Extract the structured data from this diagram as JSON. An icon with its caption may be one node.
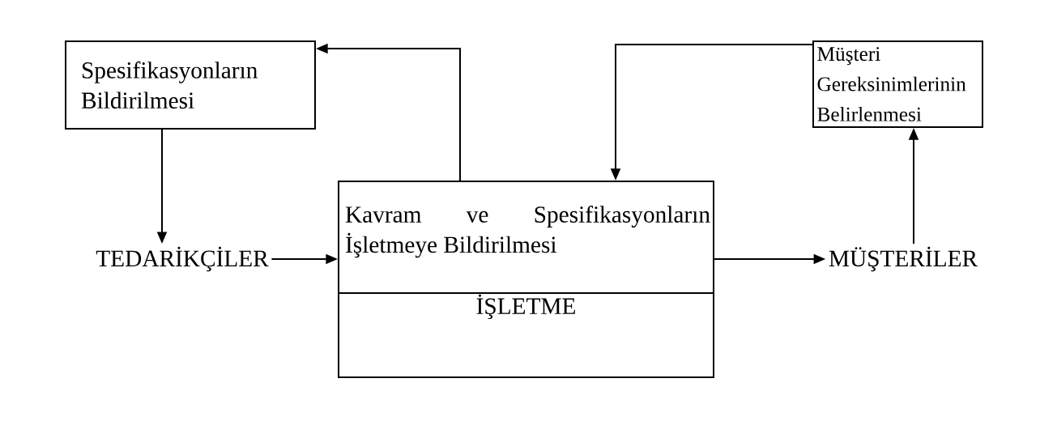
{
  "diagram": {
    "nodes": [
      {
        "text": [
          "Spesifikasyonların Bildirilmesi"
        ]
      },
      {
        "text": [
          "Müşteri Gereksinimlerinin Belirlenmesi"
        ]
      },
      {
        "text": [
          "TEDARİKÇİLER"
        ]
      },
      {
        "text": [
          "Kavram ve Spesifikasyonların İşletmeye Bildirilmesi",
          "İŞLETME"
        ]
      },
      {
        "text": [
          "MÜŞTERİLER"
        ]
      }
    ],
    "edges": [
      {
        "from": 0,
        "to": 2,
        "arrow": "to"
      },
      {
        "from": 2,
        "to": 3,
        "arrow": "to"
      },
      {
        "from": 3,
        "to": 0,
        "arrow": "to"
      },
      {
        "from": 1,
        "to": 3,
        "arrow": "to"
      },
      {
        "from": 3,
        "to": 4,
        "arrow": "to"
      },
      {
        "from": 4,
        "to": 1,
        "arrow": "to"
      }
    ]
  }
}
